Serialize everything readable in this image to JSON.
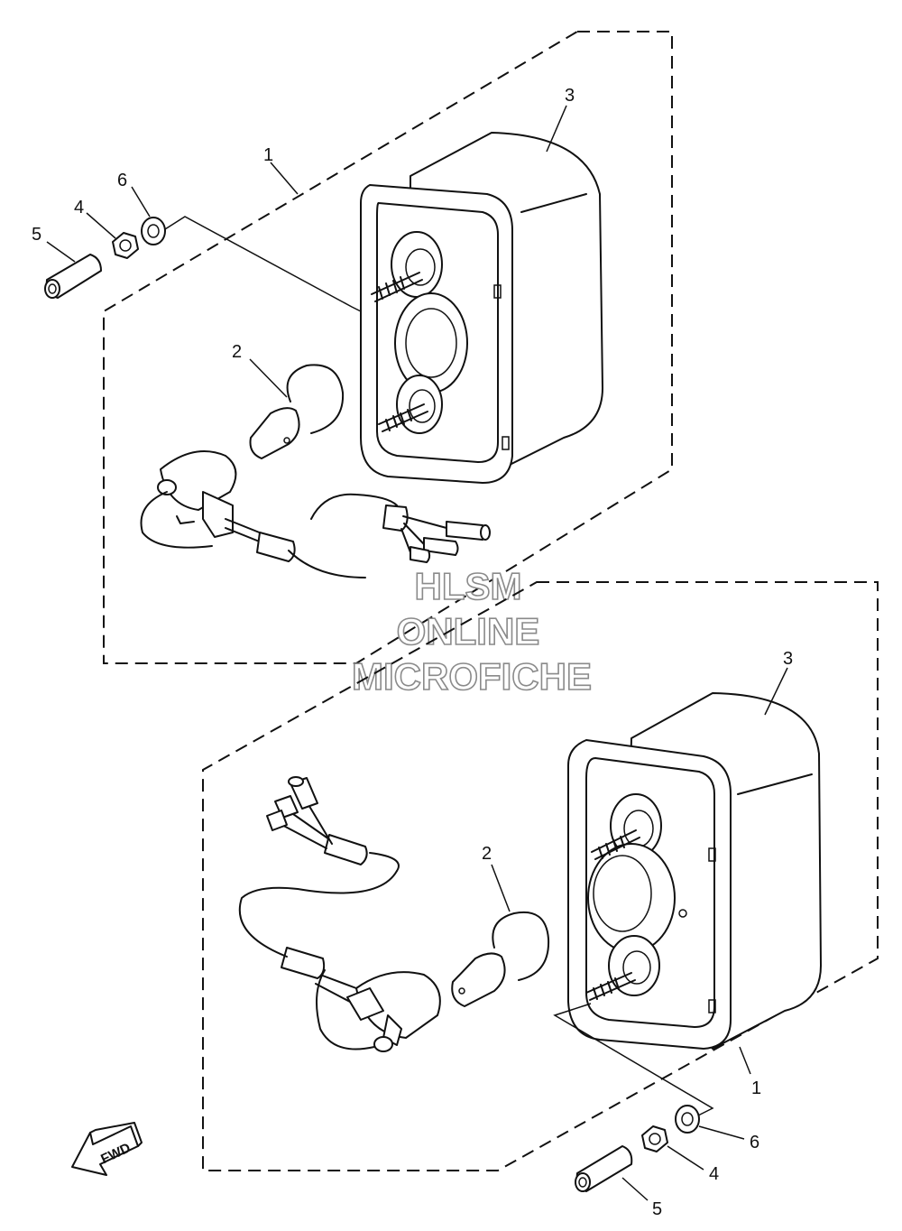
{
  "callouts": {
    "top": {
      "p1": "1",
      "p2": "2",
      "p3": "3",
      "p4": "4",
      "p5": "5",
      "p6": "6"
    },
    "bottom": {
      "p1": "1",
      "p2": "2",
      "p3": "3",
      "p4": "4",
      "p5": "5",
      "p6": "6"
    }
  },
  "watermark": {
    "line1": "HLSM",
    "line2": "ONLINE",
    "line3": "MICROFICHE"
  },
  "direction_badge": {
    "label": "FWD"
  }
}
